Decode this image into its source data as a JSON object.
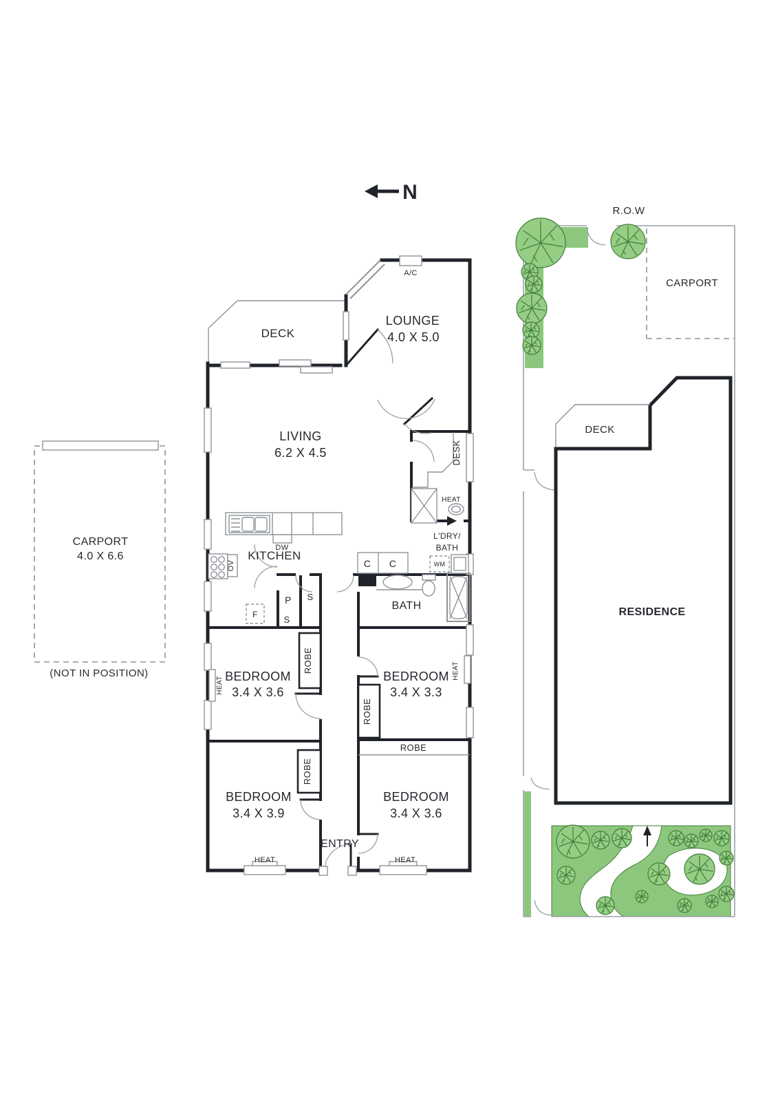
{
  "compass": {
    "north": "N"
  },
  "floorplan": {
    "rooms": {
      "deck": {
        "label": "DECK"
      },
      "lounge": {
        "label": "LOUNGE",
        "dims": "4.0 X 5.0"
      },
      "living": {
        "label": "LIVING",
        "dims": "6.2 X 4.5"
      },
      "kitchen": {
        "label": "KITCHEN"
      },
      "bath": {
        "label": "BATH"
      },
      "laundry_bath": {
        "line1": "L'DRY/",
        "line2": "BATH"
      },
      "entry": {
        "label": "ENTRY"
      },
      "bedroom_mid_left": {
        "label": "BEDROOM",
        "dims": "3.4 X 3.6"
      },
      "bedroom_mid_right": {
        "label": "BEDROOM",
        "dims": "3.4 X 3.3"
      },
      "bedroom_bottom_left": {
        "label": "BEDROOM",
        "dims": "3.4 X 3.9"
      },
      "bedroom_bottom_right": {
        "label": "BEDROOM",
        "dims": "3.4 X 3.6"
      }
    },
    "fixtures": {
      "ac": "A/C",
      "desk": "DESK",
      "heat": "HEAT",
      "robe": "ROBE",
      "dishwasher": "DW",
      "oven": "OV",
      "washing_machine": "WM",
      "fridge": "F",
      "pantry": "P",
      "shelf": "S",
      "cupboard": "C"
    }
  },
  "detached_carport": {
    "label": "CARPORT",
    "dims": "4.0 X 6.6",
    "note": "(NOT IN POSITION)"
  },
  "site_plan": {
    "right_of_way": "R.O.W",
    "carport": "CARPORT",
    "deck": "DECK",
    "residence": "RESIDENCE"
  },
  "colors": {
    "wall": "#20242a",
    "thin_line": "#8e9398",
    "text": "#26292e",
    "garden": "#8cc77d",
    "tree_fill": "#95cd85",
    "tree_stroke": "#417d37"
  }
}
